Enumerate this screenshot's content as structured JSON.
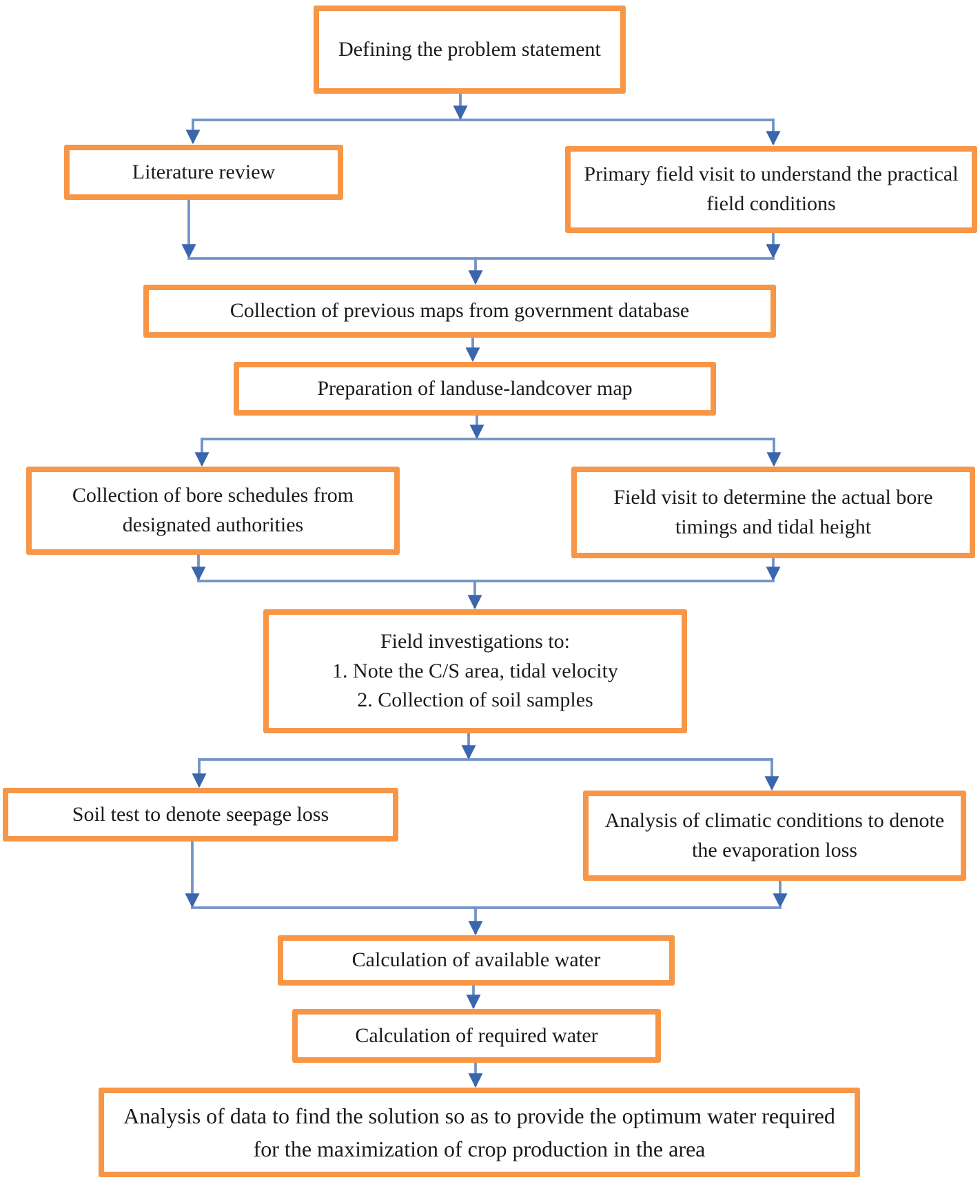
{
  "diagram": {
    "type": "flowchart",
    "colors": {
      "box_border": "#F79646",
      "connector": "#7293C7",
      "arrowhead": "#3A66AE",
      "text": "#1b1b1b"
    },
    "nodes": {
      "defining": {
        "label": "Defining the problem statement"
      },
      "literature": {
        "label": "Literature review"
      },
      "primary_visit": {
        "label": "Primary field visit to understand the practical field conditions"
      },
      "collect_maps": {
        "label": "Collection of previous maps from government database"
      },
      "landuse_map": {
        "label": "Preparation of landuse-landcover map"
      },
      "bore_schedules": {
        "label": "Collection of bore schedules from designated authorities"
      },
      "field_visit": {
        "label": "Field visit to determine the actual bore timings and tidal height"
      },
      "field_investigations": {
        "lines": [
          "Field investigations to:",
          "1. Note the C/S area, tidal velocity",
          "2. Collection of soil samples"
        ]
      },
      "soil_test": {
        "label": "Soil test to denote seepage loss"
      },
      "climatic": {
        "label": "Analysis of climatic conditions to denote the evaporation loss"
      },
      "available_water": {
        "label": "Calculation of available water"
      },
      "required_water": {
        "label": "Calculation of required water"
      },
      "final_analysis": {
        "label": "Analysis of data to find the solution so as to provide the optimum water required for the maximization of crop production in the area"
      }
    },
    "edges": [
      {
        "from": "defining",
        "to": "literature"
      },
      {
        "from": "defining",
        "to": "primary_visit"
      },
      {
        "from": "literature",
        "to": "collect_maps"
      },
      {
        "from": "primary_visit",
        "to": "collect_maps"
      },
      {
        "from": "collect_maps",
        "to": "landuse_map"
      },
      {
        "from": "landuse_map",
        "to": "bore_schedules"
      },
      {
        "from": "landuse_map",
        "to": "field_visit"
      },
      {
        "from": "bore_schedules",
        "to": "field_investigations"
      },
      {
        "from": "field_visit",
        "to": "field_investigations"
      },
      {
        "from": "field_investigations",
        "to": "soil_test"
      },
      {
        "from": "field_investigations",
        "to": "climatic"
      },
      {
        "from": "soil_test",
        "to": "available_water"
      },
      {
        "from": "climatic",
        "to": "available_water"
      },
      {
        "from": "available_water",
        "to": "required_water"
      },
      {
        "from": "required_water",
        "to": "final_analysis"
      }
    ]
  }
}
